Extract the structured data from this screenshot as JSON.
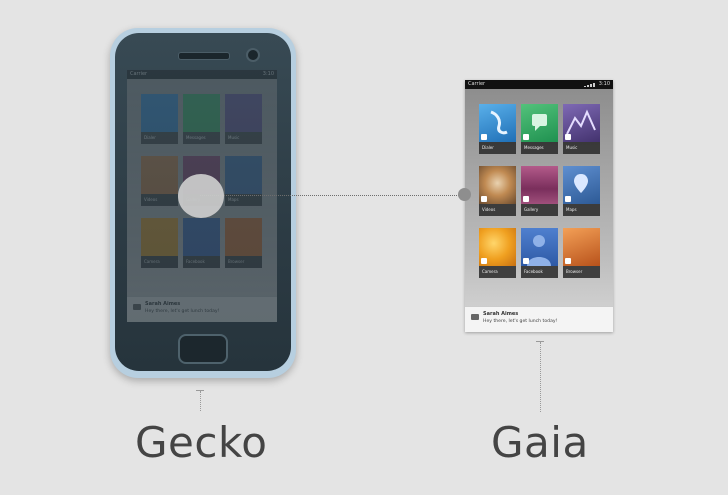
{
  "gecko": {
    "label": "Gecko"
  },
  "gaia": {
    "label": "Gaia"
  },
  "screen": {
    "status": {
      "carrier": "Carrier",
      "time": "3:10"
    },
    "apps": [
      {
        "label": "Dialer",
        "icon": "dialer-icon",
        "color": "#2a7fc8"
      },
      {
        "label": "Messages",
        "icon": "messages-icon",
        "color": "#2fa85a"
      },
      {
        "label": "Music",
        "icon": "music-icon",
        "color": "#5e4a8c"
      },
      {
        "label": "Videos",
        "icon": "videos-icon",
        "color": "#c47a3c"
      },
      {
        "label": "Gallery",
        "icon": "gallery-icon",
        "color": "#8c3a6a"
      },
      {
        "label": "Maps",
        "icon": "maps-icon",
        "color": "#3a6aa8"
      },
      {
        "label": "Camera",
        "icon": "camera-icon",
        "color": "#e39a1e"
      },
      {
        "label": "Facebook",
        "icon": "facebook-icon",
        "color": "#3b68b5"
      },
      {
        "label": "Browser",
        "icon": "browser-icon",
        "color": "#d7702a"
      }
    ],
    "notification": {
      "title": "Sarah Aimes",
      "body": "Hey there, let's get lunch today!"
    }
  }
}
